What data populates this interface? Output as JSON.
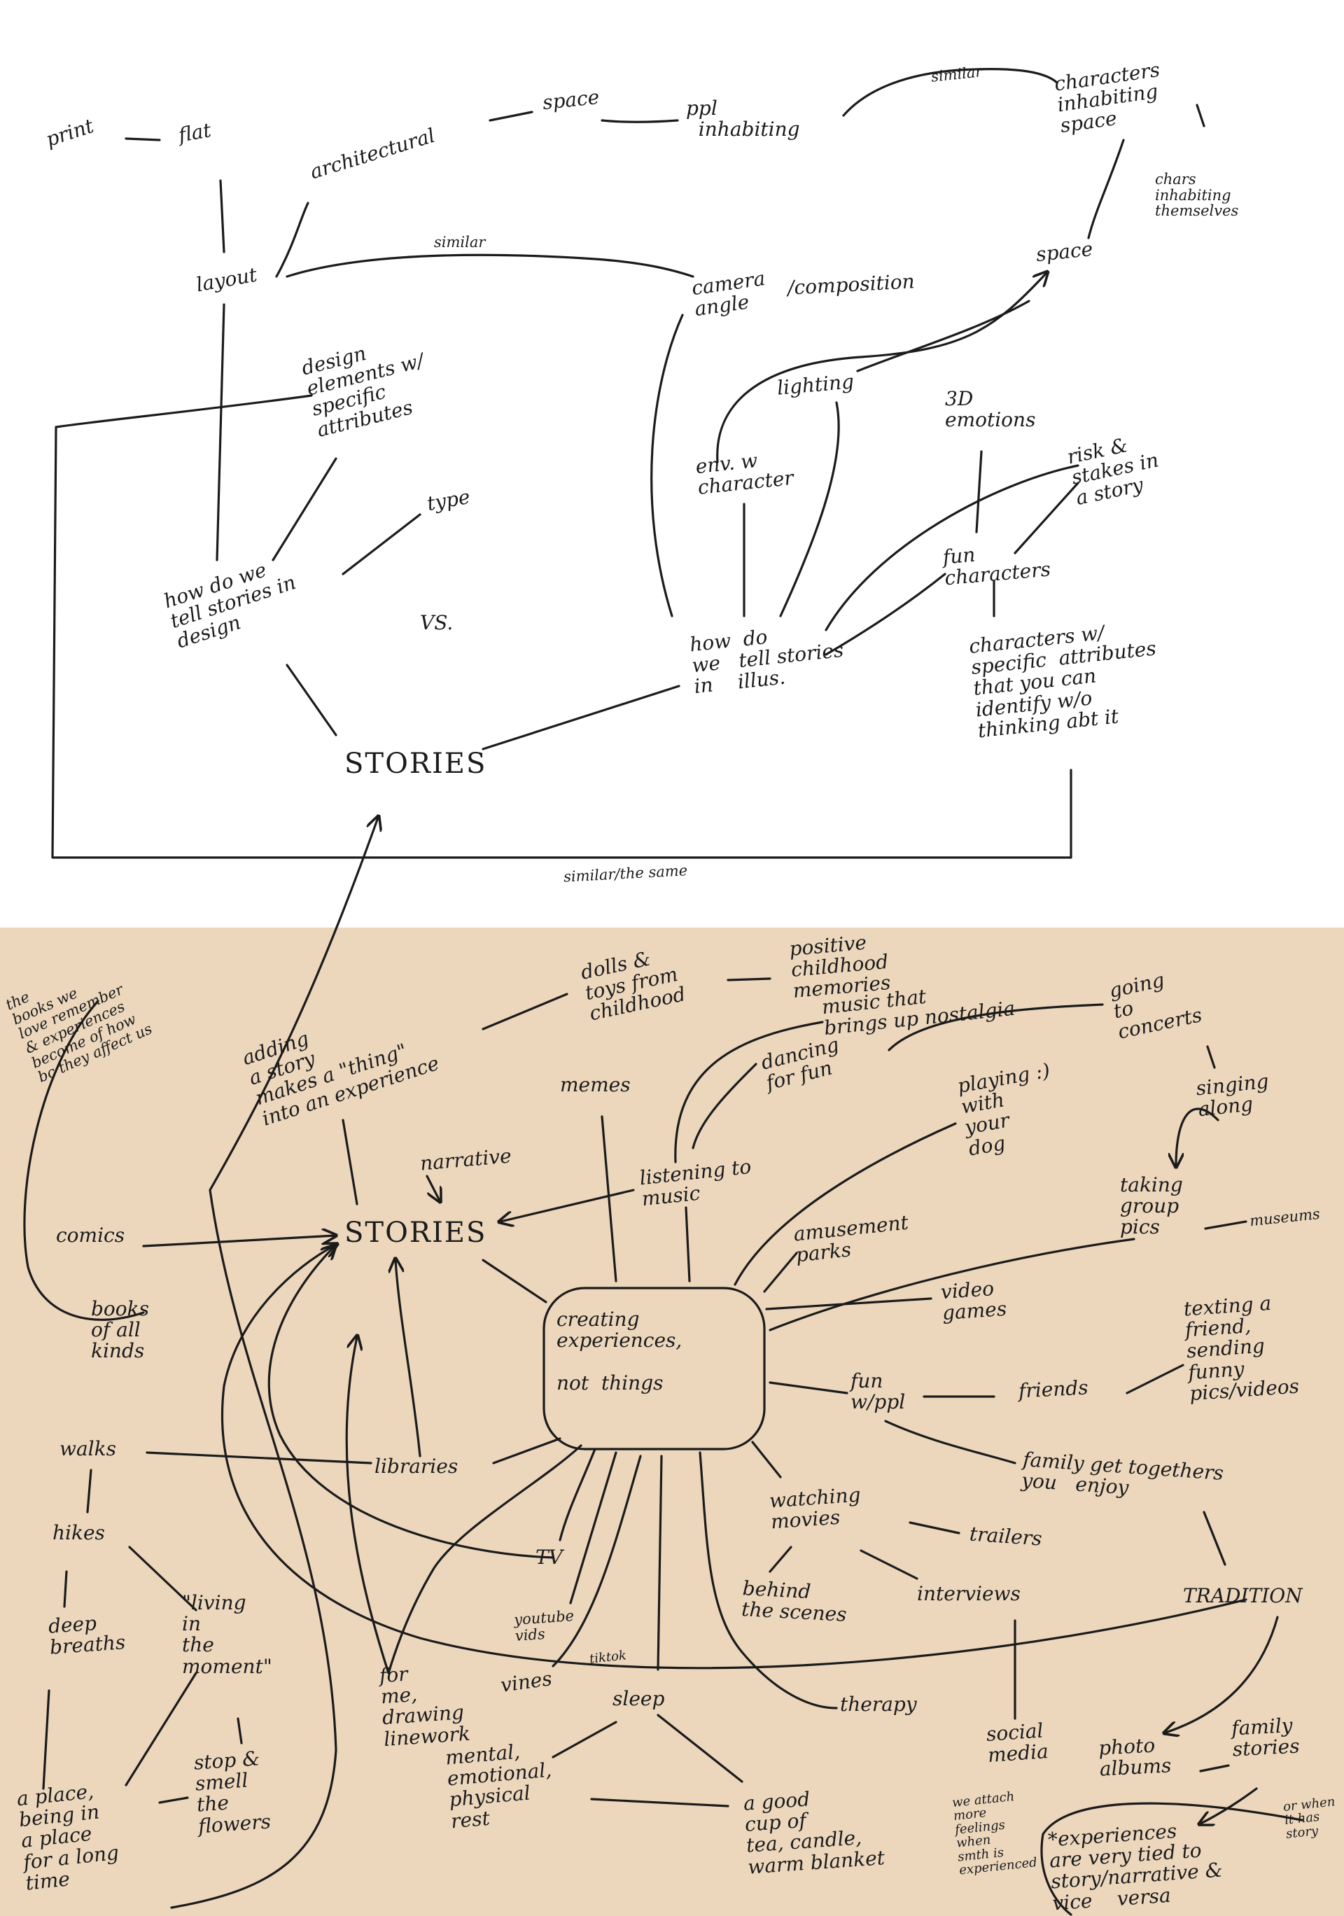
{
  "colors": {
    "paper_top": "#ffffff",
    "paper_bottom": "#ecd7bd",
    "ink": "#1b1b1b"
  },
  "top": {
    "print": "print",
    "flat": "flat",
    "architectural": "architectural",
    "space_top": "space",
    "ppl_inhabiting": "ppl\n  inhabiting",
    "similar_1": "similar",
    "characters_inhabiting_space": "characters\ninhabiting\nspace",
    "chars_inhabiting_themselves": "chars\ninhabiting\nthemselves",
    "layout": "layout",
    "similar_2": "similar",
    "camera_angle": "camera\nangle",
    "composition": "/composition",
    "space_right": "space",
    "design_elements": "design\nelements w/\nspecific\nattributes",
    "lighting": "lighting",
    "emotions": "3D\nemotions",
    "env_character": "env. w\ncharacter",
    "risk_stakes": "risk &\nstakes in\na story",
    "type": "type",
    "how_design": "how do we\ntell stories in\ndesign",
    "vs": "VS.",
    "fun_characters": "fun\ncharacters",
    "how_illus": "how  do\nwe   tell stories\nin    illus.",
    "characters_specific": "characters w/\nspecific  attributes\nthat you can\nidentify w/o\nthinking abt it",
    "stories_top": "STORIES",
    "similar_same": "similar/the same"
  },
  "bottom": {
    "books_we_love": "the\nbooks we\nlove remember\n& experiences\nbecome of how\nbc they affect us",
    "adding_story": "adding\na story\nmakes a \"thing\"\ninto an experience",
    "dolls_toys": "dolls &\ntoys from\nchildhood",
    "positive_memories": "positive\nchildhood\nmemories",
    "music_nostalgia": "music that\nbrings up nostalgia",
    "going_concerts": "going\nto\nconcerts",
    "dancing": "dancing\nfor fun",
    "memes": "memes",
    "playing_dog": "playing :)\nwith\nyour\ndog",
    "singing_along": "singing\nalong",
    "narrative": "narrative",
    "listening_music": "listening to\nmusic",
    "taking_pics": "taking\ngroup\npics",
    "museums": "museums",
    "comics": "comics",
    "stories_bottom": "STORIES",
    "amusement_parks": "amusement\nparks",
    "video_games": "video\ngames",
    "texting_friend": "texting a\nfriend,\nsending\nfunny\npics/videos",
    "books_all_kinds": "books\nof all\nkinds",
    "creating_experiences": "creating\nexperiences,\n\nnot  things",
    "fun_ppl": "fun\nw/ppl",
    "friends": "friends",
    "walks": "walks",
    "libraries": "libraries",
    "family_together": "family get togethers\nyou   enjoy",
    "hikes": "hikes",
    "watching_movies": "watching\nmovies",
    "trailers": "trailers",
    "tv": "TV",
    "tradition": "TRADITION",
    "deep_breaths": "deep\nbreaths",
    "living_moment": "\"living\nin\nthe\nmoment\"",
    "behind_scenes": "behind\nthe scenes",
    "interviews": "interviews",
    "youtube_vids": "youtube\nvids",
    "tiktok": "tiktok",
    "for_me_drawing": "for\nme,\ndrawing\nlinework",
    "vines": "vines",
    "sleep": "sleep",
    "therapy": "therapy",
    "social_media": "social\nmedia",
    "photo_albums": "photo\nalbums",
    "family_stories": "family\nstories",
    "stop_smell": "stop &\nsmell\nthe\nflowers",
    "mental_rest": "mental,\nemotional,\nphysical\nrest",
    "a_place": "a place,\nbeing in\na place\nfor a long\ntime",
    "good_cup": "a good\ncup of\ntea, candle,\nwarm blanket",
    "we_attach": "we attach\nmore\nfeelings\nwhen\nsmth is\nexperienced",
    "or_when_story": "or when\nit has\nstory",
    "experiences_tied": "*experiences\nare very tied to\nstory/narrative &\nvice    versa"
  }
}
